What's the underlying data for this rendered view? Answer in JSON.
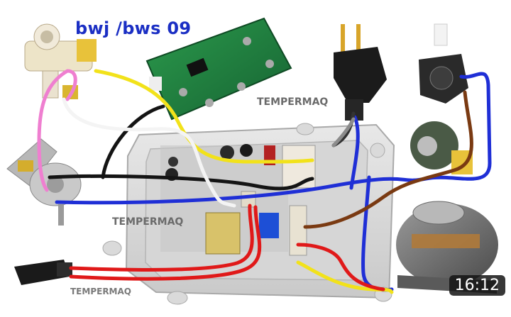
{
  "title": "bwj /bws 09",
  "watermarks": [
    "TEMPERMAQ",
    "TEMPERMAQ",
    "TEMPERMAQ"
  ],
  "timestamp": "16:12",
  "colors": {
    "title": "#1b2fc4",
    "wire_blue": "#1f2fd6",
    "wire_red": "#e01919",
    "wire_yellow": "#f2e21a",
    "wire_black": "#141414",
    "wire_brown": "#7a3a12",
    "wire_pink": "#ef7fd0",
    "wire_white": "#f4f4f4",
    "wire_grey": "#8c8c8c",
    "pcb_green": "#1f7a3a",
    "enclosure": "#dcdcdc"
  },
  "components": [
    "water-valve",
    "control-board-pcb",
    "power-plug",
    "drain-pump-timer",
    "drain-pump",
    "pressure-switch",
    "door-lock-connector",
    "motor",
    "main-control-box"
  ]
}
